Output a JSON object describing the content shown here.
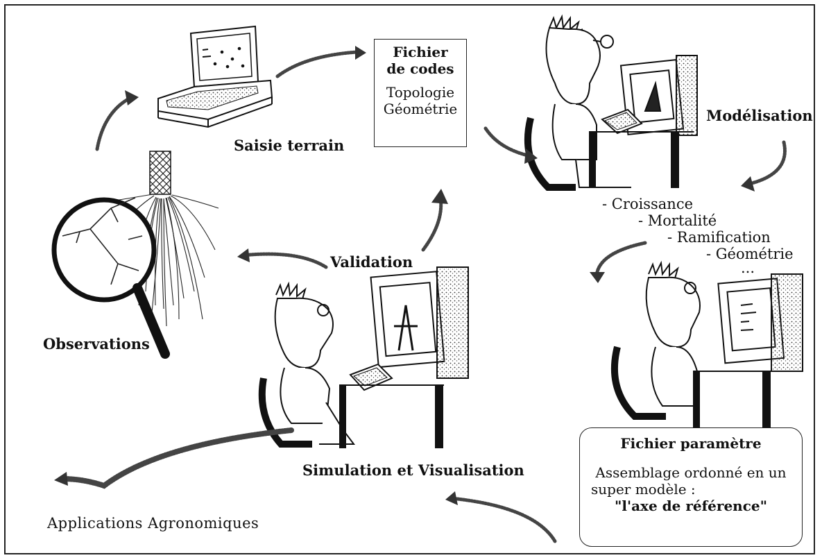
{
  "diagram": {
    "labels": {
      "saisie": "Saisie terrain",
      "observations": "Observations",
      "validation": "Validation",
      "simulation": "Simulation et Visualisation",
      "applications": "Applications Agronomiques",
      "modelisation": "Modélisation"
    },
    "fichier_codes": {
      "title_line1": "Fichier",
      "title_line2": "de codes",
      "line3": "Topologie",
      "line4": "Géométrie"
    },
    "modelisation_items": [
      "- Croissance",
      "- Mortalité",
      "- Ramification",
      "- Géométrie",
      "..."
    ],
    "fichier_parametre": {
      "title": "Fichier paramètre",
      "line1": "Assemblage ordonné en un",
      "line2": "super modèle :",
      "line3": "\"l'axe de référence\""
    }
  }
}
